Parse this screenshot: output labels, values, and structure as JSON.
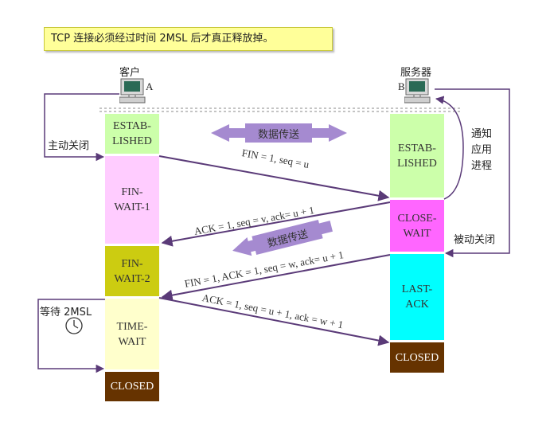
{
  "note": "TCP 连接必须经过时间 2MSL 后才真正释放掉。",
  "client": {
    "title": "客户",
    "letter": "A"
  },
  "server": {
    "title": "服务器",
    "letter": "B"
  },
  "side_labels": {
    "active_close": "主动关闭",
    "notify_app": "通知\n应用\n进程",
    "passive_close": "被动关闭",
    "wait_2msl": "等待 2MSL"
  },
  "client_states": [
    {
      "label": "ESTAB-\nLISHED",
      "color": "#ccffaa"
    },
    {
      "label": "FIN-\nWAIT-1",
      "color": "#ffccff"
    },
    {
      "label": "FIN-\nWAIT-2",
      "color": "#cccc11"
    },
    {
      "label": "TIME-\nWAIT",
      "color": "#ffffcc"
    },
    {
      "label": "CLOSED",
      "color": "#663300"
    }
  ],
  "server_states": [
    {
      "label": "ESTAB-\nLISHED",
      "color": "#ccffaa"
    },
    {
      "label": "CLOSE-\nWAIT",
      "color": "#ff66ff"
    },
    {
      "label": "LAST-\nACK",
      "color": "#00ffff"
    },
    {
      "label": "CLOSED",
      "color": "#663300"
    }
  ],
  "data_transfer": [
    "数据传送",
    "数据传送"
  ],
  "messages": [
    "FIN = 1, seq = u",
    "ACK = 1, seq = v, ack= u + 1",
    "FIN = 1, ACK = 1, seq = w, ack= u + 1",
    "ACK = 1, seq = u + 1, ack = w + 1"
  ],
  "colors": {
    "arrow": "#5a3a78",
    "data_arrow": "#a58ad0",
    "closed_text": "#ffffff"
  }
}
